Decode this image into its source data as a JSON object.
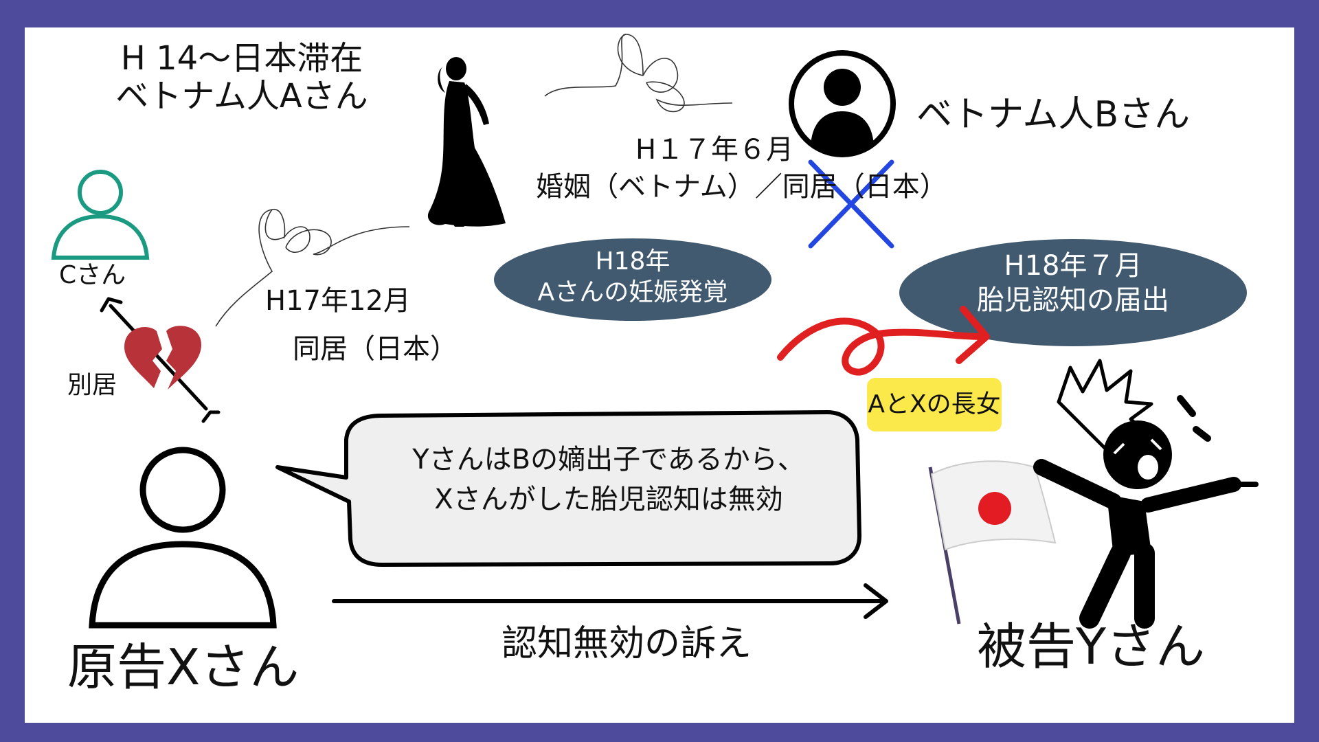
{
  "person_a": {
    "line1": "H 14〜日本滞在",
    "line2": "ベトナム人Aさん"
  },
  "person_b": {
    "label": "ベトナム人Bさん"
  },
  "person_c": {
    "label": "Cさん",
    "separation": "別居"
  },
  "marriage": {
    "date": "H１７年６月",
    "event": "婚姻（ベトナム）／同居（日本）"
  },
  "cohabitation": {
    "date": "H17年12月",
    "event": "同居（日本）"
  },
  "pregnancy": {
    "line1": "H18年",
    "line2": "Aさんの妊娠発覚"
  },
  "fetal_recognition": {
    "line1": "H18年７月",
    "line2": "胎児認知の届出"
  },
  "speech": {
    "line1": "YさんはBの嫡出子であるから、",
    "line2": "Xさんがした胎児認知は無効"
  },
  "badge": {
    "label": "AとXの長女"
  },
  "plaintiff": {
    "label": "原告Xさん"
  },
  "defendant": {
    "label": "被告Yさん"
  },
  "lawsuit": {
    "label": "認知無効の訴え"
  },
  "colors": {
    "frame": "#4e4a9c",
    "ellipse": "#415a6f",
    "c_person": "#1a9a80",
    "badge": "#fbe94c",
    "red_arrow": "#e02020",
    "blue_cross": "#2346e0",
    "heart": "#b8323a",
    "flag_dot": "#e21c22"
  }
}
